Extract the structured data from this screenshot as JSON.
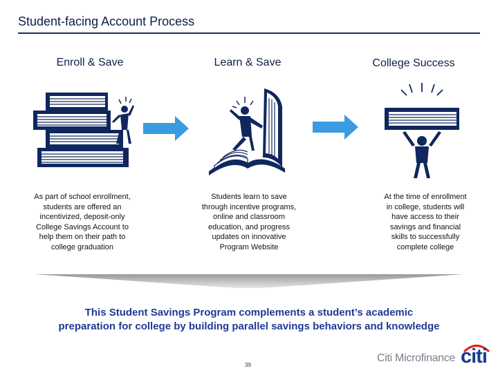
{
  "header": {
    "title": "Student-facing Account Process"
  },
  "columns": [
    {
      "heading": "Enroll & Save",
      "description": [
        "As part of school enrollment,",
        "students are offered an",
        "incentivized, deposit-only",
        "College Savings Account to",
        "help them on their path to",
        "college graduation"
      ],
      "icon": "books-stack-figure-icon"
    },
    {
      "heading": "Learn & Save",
      "description": [
        "Students learn to save",
        "through incentive programs,",
        "online and classroom",
        "education, and progress",
        "updates on innovative",
        "Program Website"
      ],
      "icon": "open-book-figure-icon"
    },
    {
      "heading": "College Success",
      "description": [
        "At the time of enrollment",
        "in college, students will",
        "have access to their",
        "savings and financial",
        "skills to successfully",
        "complete college"
      ],
      "icon": "figure-lifting-book-icon"
    }
  ],
  "summary": {
    "line1": "This Student Savings Program complements a student’s academic",
    "line2": "preparation for college by building parallel savings behaviors and knowledge"
  },
  "footer": {
    "page_number": "39",
    "brand_text": "Citi Microfinance",
    "brand_logo": "citi"
  },
  "colors": {
    "navy": "#0b1e4a",
    "accent_blue": "#3b9be0",
    "summary_blue": "#1f3a93",
    "figure_blue": "#10275e"
  }
}
